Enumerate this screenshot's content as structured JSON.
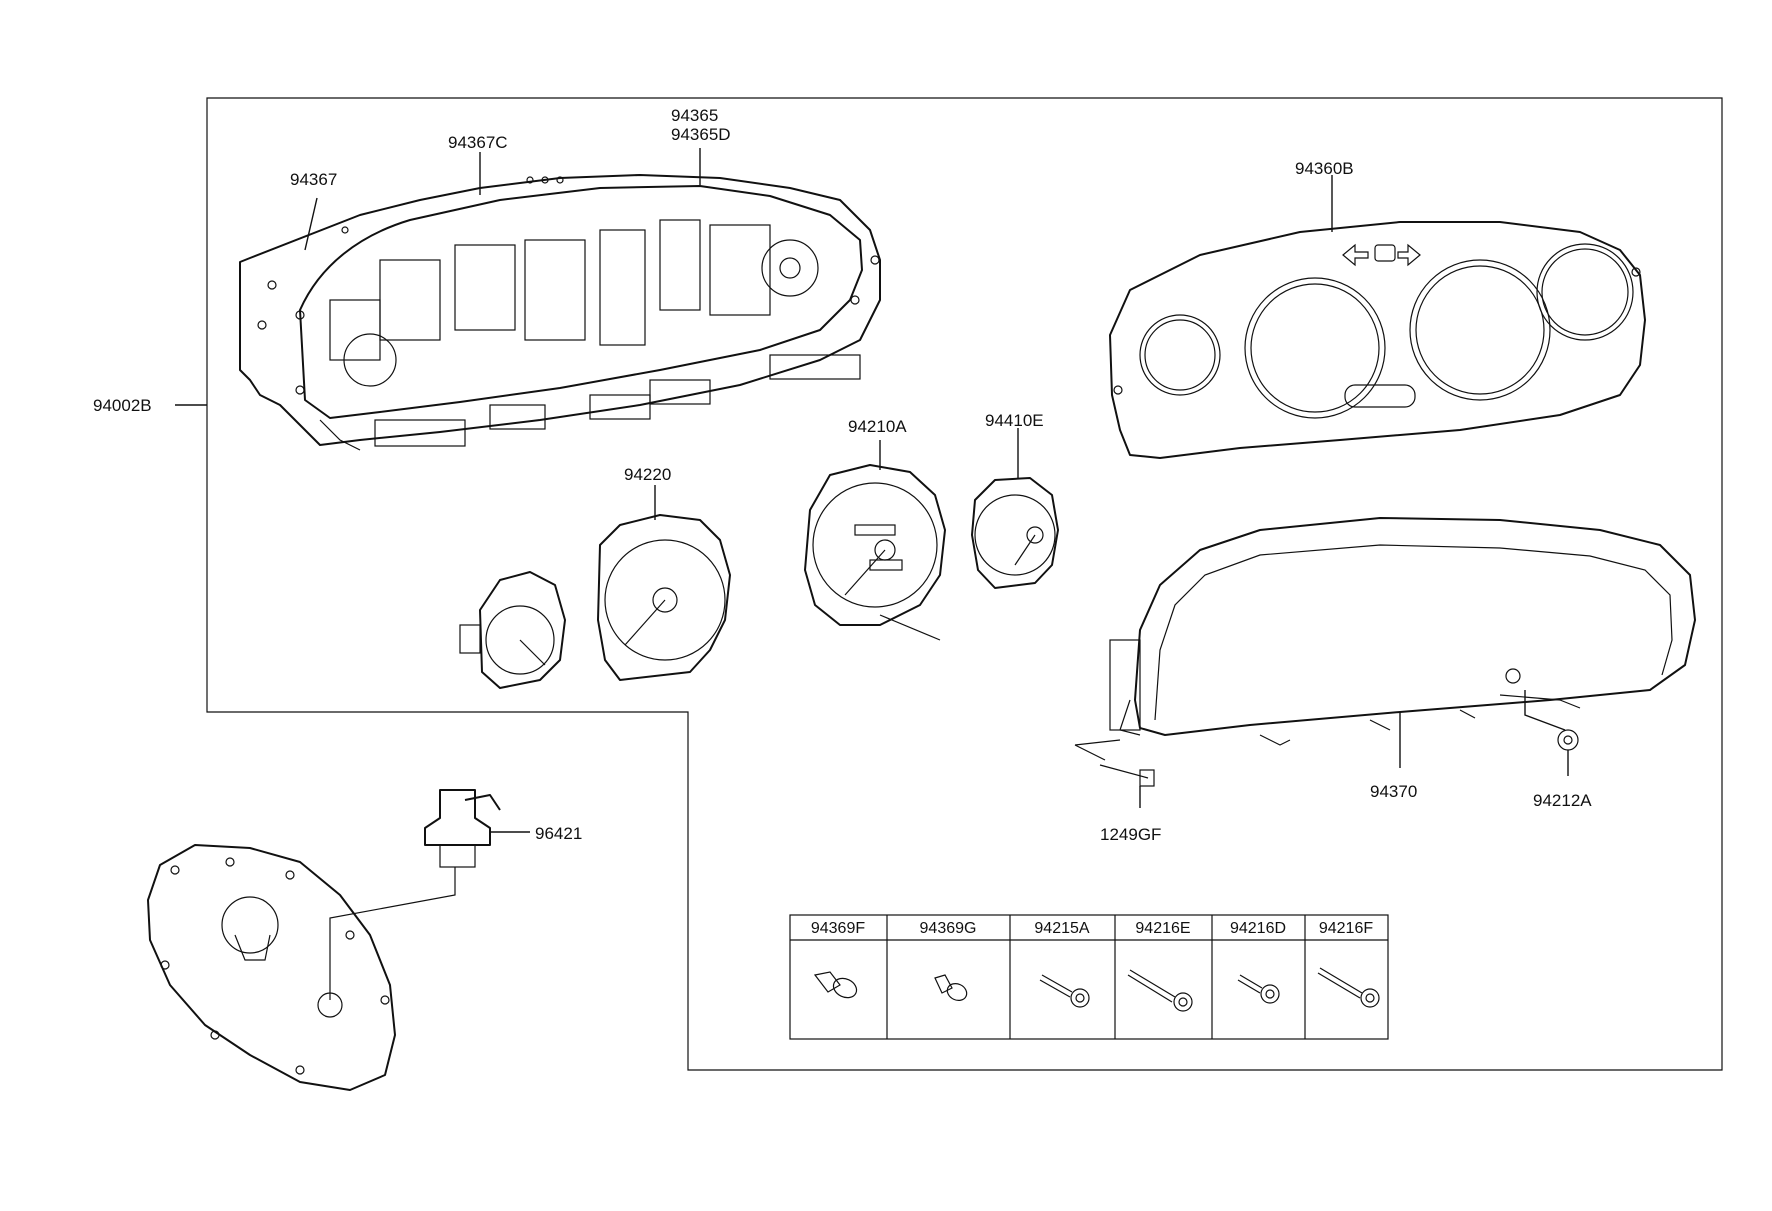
{
  "labels": {
    "p94002B": "94002B",
    "p94367": "94367",
    "p94367C": "94367C",
    "p94365": "94365",
    "p94365D": "94365D",
    "p94360B": "94360B",
    "p94220": "94220",
    "p94210A": "94210A",
    "p94410E": "94410E",
    "p94370": "94370",
    "p94212A": "94212A",
    "p1249GF": "1249GF",
    "p96421": "96421"
  },
  "hardware_table": {
    "columns": [
      "94369F",
      "94369G",
      "94215A",
      "94216E",
      "94216D",
      "94216F"
    ]
  }
}
